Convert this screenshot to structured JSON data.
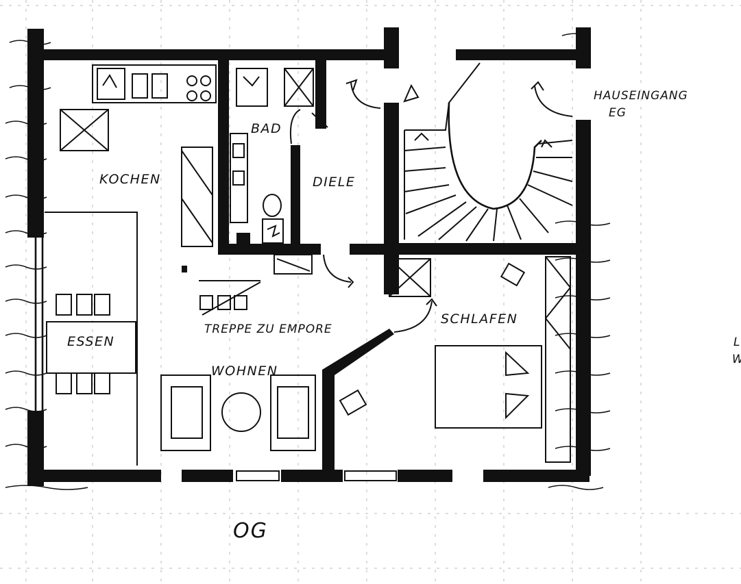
{
  "plan": {
    "rooms": {
      "kochen": "KOCHEN",
      "bad": "BAD",
      "diele": "DIELE",
      "essen": "ESSEN",
      "wohnen": "WOHNEN",
      "schlafen": "SCHLAFEN"
    },
    "annotations": {
      "hauseingang": "HAUSEINGANG",
      "eg": "EG",
      "treppe": "TREPPE ZU EMPORE"
    },
    "floor_label": "OG",
    "edge_fragment_top": "L",
    "edge_fragment_bottom": "W"
  }
}
